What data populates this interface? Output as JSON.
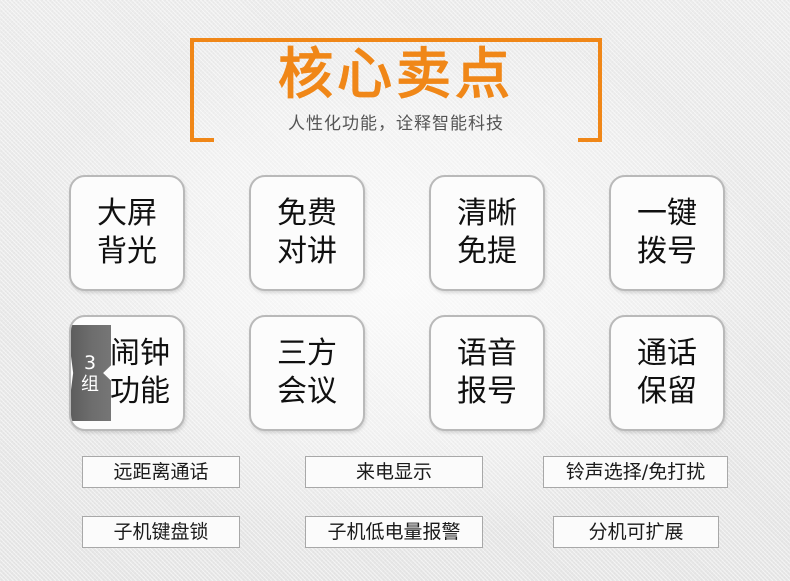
{
  "header": {
    "title": "核心卖点",
    "subtitle": "人性化功能，诠释智能科技",
    "accent_color": "#f08718",
    "subtitle_color": "#555555"
  },
  "features": {
    "rows": [
      [
        {
          "line1": "大屏",
          "line2": "背光",
          "badge": null
        },
        {
          "line1": "免费",
          "line2": "对讲",
          "badge": null
        },
        {
          "line1": "清晰",
          "line2": "免提",
          "badge": null
        },
        {
          "line1": "一键",
          "line2": "拨号",
          "badge": null
        }
      ],
      [
        {
          "line1": "闹钟",
          "line2": "功能",
          "badge": {
            "number": "3",
            "unit": "组"
          }
        },
        {
          "line1": "三方",
          "line2": "会议",
          "badge": null
        },
        {
          "line1": "语音",
          "line2": "报号",
          "badge": null
        },
        {
          "line1": "通话",
          "line2": "保留",
          "badge": null
        }
      ]
    ]
  },
  "tags": {
    "row1": [
      {
        "label": "远距离通话"
      },
      {
        "label": "来电显示"
      },
      {
        "label": "铃声选择/免打扰"
      }
    ],
    "row2": [
      {
        "label": "子机键盘锁"
      },
      {
        "label": "子机低电量报警"
      },
      {
        "label": "分机可扩展"
      }
    ]
  }
}
